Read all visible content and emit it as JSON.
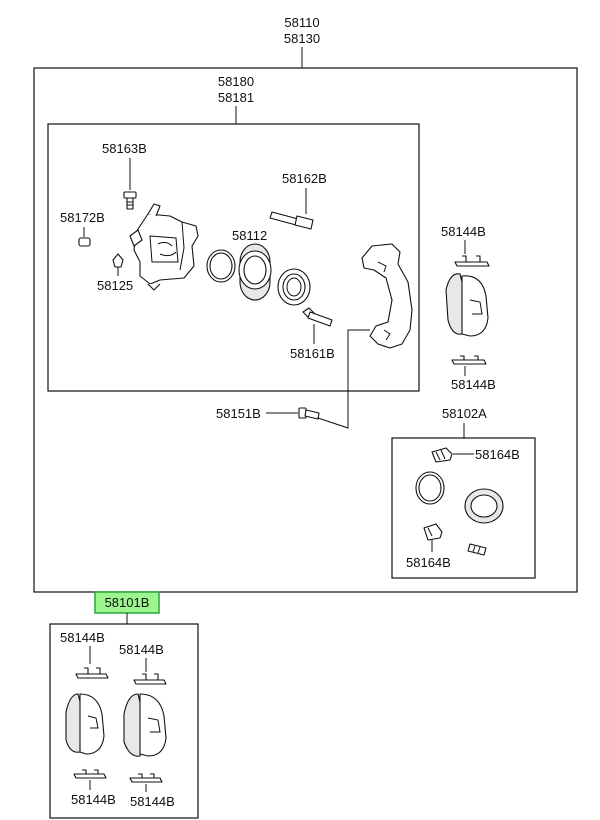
{
  "assembly": {
    "labels": [
      "58110",
      "58130"
    ]
  },
  "caliper": {
    "labels": [
      "58180",
      "58181"
    ]
  },
  "parts": {
    "bolt_top": "58163B",
    "cap_small": "58172B",
    "nipple": "58125",
    "guide_pin": "58162B",
    "piston_seal": "58112",
    "pin_bolt": "58161B",
    "mount_bolt": "58151B",
    "shim_upper": "58144B",
    "shim_lower": "58144B"
  },
  "seal_kit": {
    "label": "58102A",
    "boot_top": "58164B",
    "boot_bottom": "58164B"
  },
  "pad_kit": {
    "label": "58101B",
    "highlight_color": "#9cf58f",
    "shim_tl": "58144B",
    "shim_tr": "58144B",
    "shim_bl": "58144B",
    "shim_br": "58144B"
  }
}
